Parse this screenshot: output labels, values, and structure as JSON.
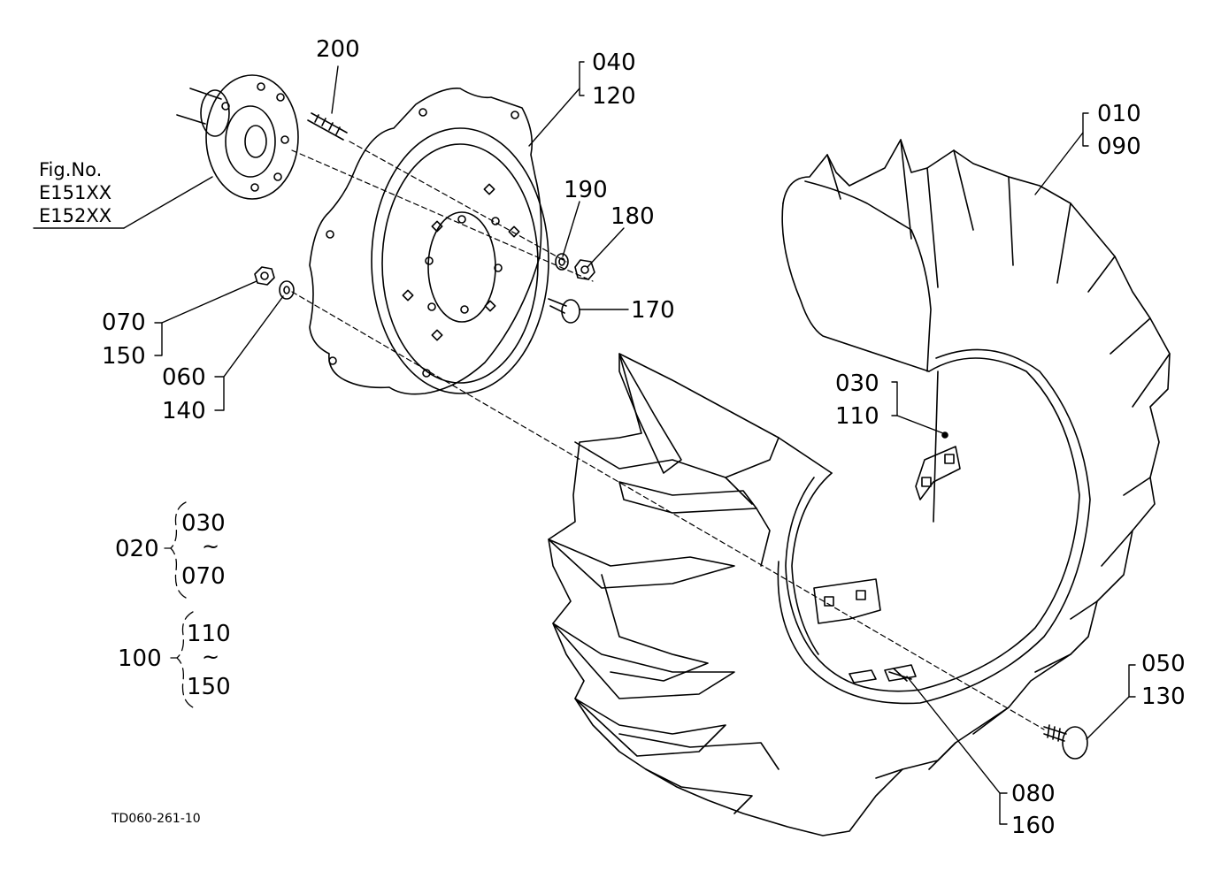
{
  "figure_ref": {
    "line1": "Fig.No.",
    "line2": "E151XX",
    "line3": "E152XX"
  },
  "drawing_code": "TD060-261-10",
  "callouts": {
    "c200": "200",
    "c040": "040",
    "c120": "120",
    "c010": "010",
    "c090": "090",
    "c190": "190",
    "c180": "180",
    "c170": "170",
    "c070": "070",
    "c150": "150",
    "c060": "060",
    "c140": "140",
    "c030": "030",
    "c110": "110",
    "c050": "050",
    "c130": "130",
    "c080": "080",
    "c160": "160"
  },
  "assemblies": [
    {
      "id": "020",
      "from": "030",
      "sep": "~",
      "to": "070"
    },
    {
      "id": "100",
      "from": "110",
      "sep": "~",
      "to": "150"
    }
  ]
}
